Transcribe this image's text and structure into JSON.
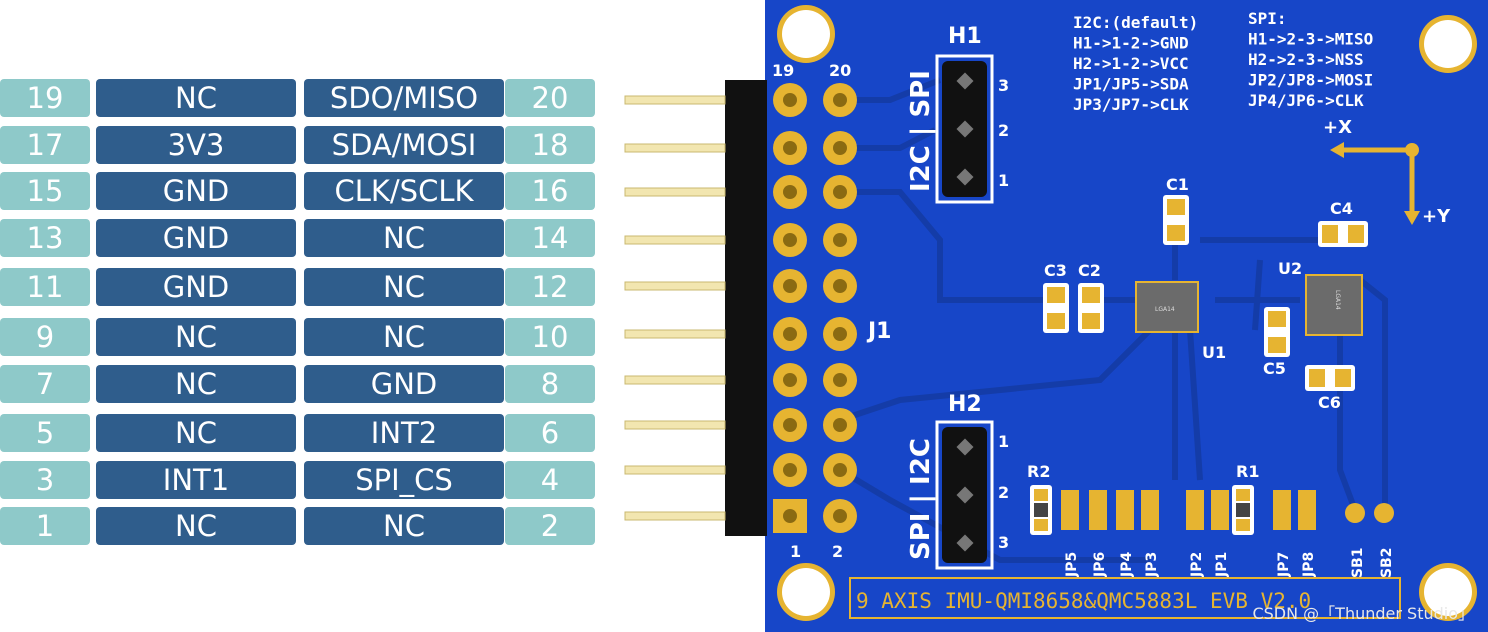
{
  "pin_table": [
    {
      "left_pin": "19",
      "left_signal": "NC",
      "right_signal": "SDO/MISO",
      "right_pin": "20"
    },
    {
      "left_pin": "17",
      "left_signal": "3V3",
      "right_signal": "SDA/MOSI",
      "right_pin": "18"
    },
    {
      "left_pin": "15",
      "left_signal": "GND",
      "right_signal": "CLK/SCLK",
      "right_pin": "16"
    },
    {
      "left_pin": "13",
      "left_signal": "GND",
      "right_signal": "NC",
      "right_pin": "14"
    },
    {
      "left_pin": "11",
      "left_signal": "GND",
      "right_signal": "NC",
      "right_pin": "12"
    },
    {
      "left_pin": "9",
      "left_signal": "NC",
      "right_signal": "NC",
      "right_pin": "10"
    },
    {
      "left_pin": "7",
      "left_signal": "NC",
      "right_signal": "GND",
      "right_pin": "8"
    },
    {
      "left_pin": "5",
      "left_signal": "NC",
      "right_signal": "INT2",
      "right_pin": "6"
    },
    {
      "left_pin": "3",
      "left_signal": "INT1",
      "right_signal": "SPI_CS",
      "right_pin": "4"
    },
    {
      "left_pin": "1",
      "left_signal": "NC",
      "right_signal": "NC",
      "right_pin": "2"
    }
  ],
  "board": {
    "header_pin_labels": {
      "top_left": "19",
      "top_right": "20",
      "bottom_left": "1",
      "bottom_right": "2"
    },
    "connector_j1": "J1",
    "h1": {
      "name": "H1",
      "side_label": "I2C | SPI",
      "pins": [
        "3",
        "2",
        "1"
      ]
    },
    "h2": {
      "name": "H2",
      "side_label": "SPI | I2C",
      "pins": [
        "1",
        "2",
        "3"
      ]
    },
    "notes_i2c": [
      "I2C:(default)",
      "H1->1-2->GND",
      "H2->1-2->VCC",
      "JP1/JP5->SDA",
      "JP3/JP7->CLK"
    ],
    "notes_spi": [
      "SPI:",
      "H1->2-3->MISO",
      "H2->2-3->NSS",
      "JP2/JP8->MOSI",
      "JP4/JP6->CLK"
    ],
    "axis_x": "+X",
    "axis_y": "+Y",
    "components": {
      "c1": "C1",
      "c2": "C2",
      "c3": "C3",
      "c4": "C4",
      "c5": "C5",
      "c6": "C6",
      "u1": "U1",
      "u2": "U2",
      "r1": "R1",
      "r2": "R2"
    },
    "jumpers": [
      "JP5",
      "JP6",
      "JP4",
      "JP3",
      "JP2",
      "JP1",
      "JP7",
      "JP8"
    ],
    "solder_bridges": [
      "SB1",
      "SB2"
    ],
    "chip_marking": "LGA14",
    "board_title": "9 AXIS IMU-QMI8658&QMC5883L EVB V2.0"
  },
  "watermark": "CSDN @「Thunder Studio」",
  "colors": {
    "pcb": "#1746c8",
    "trace": "#143ca8",
    "pad_gold": "#e6b431",
    "table_num": "#8ec9c9",
    "table_label": "#2f5d8c"
  }
}
